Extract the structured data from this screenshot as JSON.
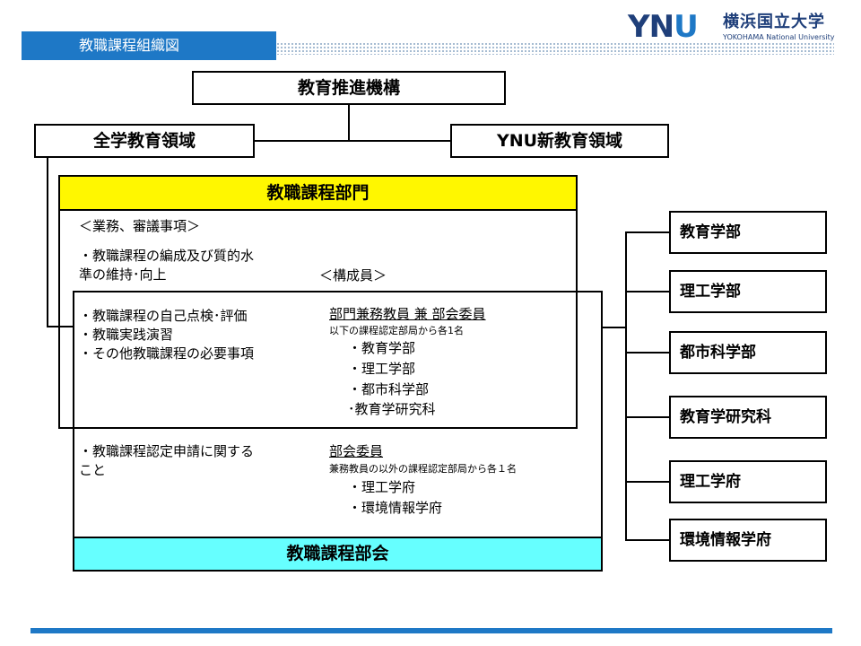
{
  "header": {
    "title": "教職課程組織図",
    "logo_mark": "YNU",
    "logo_name": "横浜国立大学",
    "logo_subtitle": "YOKOHAMA National University"
  },
  "top": {
    "suishin": "教育推進機構",
    "zengaku": "全学教育領域",
    "ynu_new": "YNU新教育領域"
  },
  "bumon": {
    "title": "教職課程部門",
    "duties_heading": "＜業務、審議事項＞",
    "duty_1_line1": "・教職課程の編成及び質的水",
    "duty_1_line2": "準の維持･向上",
    "members_heading": "＜構成員＞",
    "duty_2": "・教職課程の自己点検･評価",
    "duty_3": "・教職実践演習",
    "duty_4": "・その他教職課程の必要事項",
    "members_title": "部門兼務教員 兼 部会委員",
    "members_note": "以下の課程認定部局から各1名",
    "members_list": [
      "・教育学部",
      "・理工学部",
      "・都市科学部",
      "･教育学研究科"
    ]
  },
  "bukai": {
    "duty_5_line1": "・教職課程認定申請に関する",
    "duty_5_line2": "こと",
    "members_title": "部会委員",
    "members_note": "兼務教員の以外の課程認定部局から各１名",
    "members_list": [
      "・理工学府",
      "・環境情報学府"
    ],
    "title": "教職課程部会"
  },
  "units": [
    "教育学部",
    "理工学部",
    "都市科学部",
    "教育学研究科",
    "理工学府",
    "環境情報学府"
  ],
  "colors": {
    "accent_blue": "#1e78c6",
    "bumon_yellow": "#fff700",
    "bukai_cyan": "#66ffff"
  }
}
